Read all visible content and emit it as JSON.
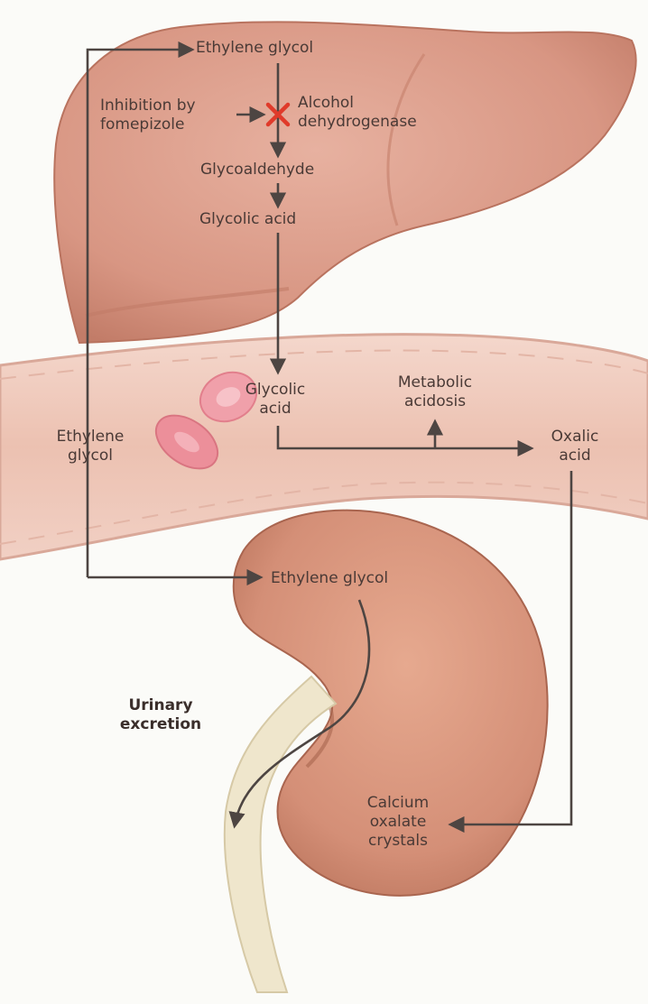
{
  "colors": {
    "liver": "#d99987",
    "liver_shade": "#c98470",
    "vessel": "#edc6b8",
    "vessel_wall": "#d9a899",
    "kidney": "#d8957d",
    "kidney_shade": "#c07a62",
    "ureter": "#efe6cc",
    "rbc": "#ec8f9a",
    "arrow": "#4d4542",
    "inhibition_mark": "#e03a2a",
    "text": "#4a3a36"
  },
  "liver": {
    "ethylene_glycol": "Ethylene glycol",
    "inhibition": [
      "Inhibition by",
      "fomepizole"
    ],
    "inhibition_mark_icon": "red-x-icon",
    "enzyme": [
      "Alcohol",
      "dehydrogenase"
    ],
    "glycoaldehyde": "Glycoaldehyde",
    "glycolic_acid": "Glycolic acid"
  },
  "blood": {
    "ethylene_glycol": [
      "Ethylene",
      "glycol"
    ],
    "glycolic_acid": [
      "Glycolic",
      "acid"
    ],
    "metabolic_acidosis": [
      "Metabolic",
      "acidosis"
    ],
    "oxalic_acid": [
      "Oxalic",
      "acid"
    ]
  },
  "kidney": {
    "ethylene_glycol": "Ethylene glycol",
    "urinary_excretion": [
      "Urinary",
      "excretion"
    ],
    "crystals": [
      "Calcium",
      "oxalate",
      "crystals"
    ]
  }
}
